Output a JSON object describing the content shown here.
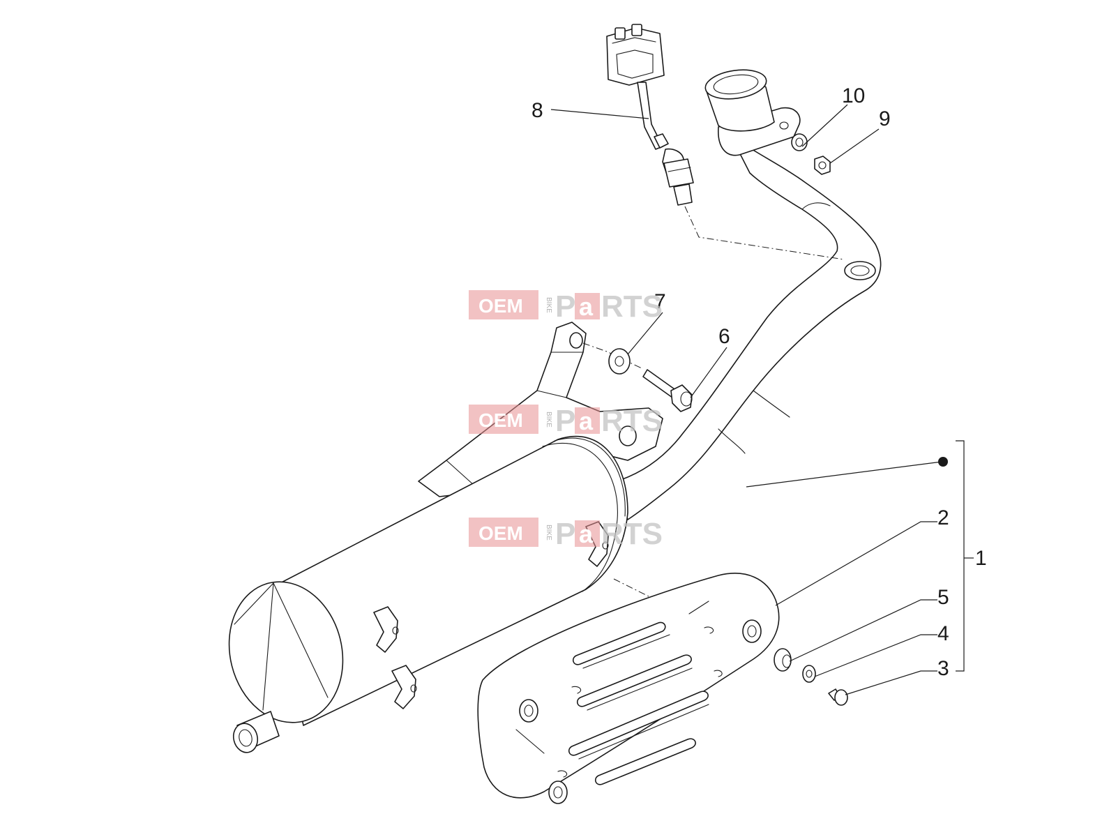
{
  "callouts": [
    {
      "id": "1",
      "label": "1"
    },
    {
      "id": "2",
      "label": "2"
    },
    {
      "id": "3",
      "label": "3"
    },
    {
      "id": "4",
      "label": "4"
    },
    {
      "id": "5",
      "label": "5"
    },
    {
      "id": "6",
      "label": "6"
    },
    {
      "id": "7",
      "label": "7"
    },
    {
      "id": "8",
      "label": "8"
    },
    {
      "id": "9",
      "label": "9"
    },
    {
      "id": "10",
      "label": "10"
    }
  ],
  "watermark": {
    "oem": "OEM",
    "bike": "BIKE",
    "parts_p": "P",
    "parts_a": "a",
    "parts_rts": "RTS"
  },
  "colors": {
    "line": "#1a1a1a",
    "watermark": "#e88f92"
  }
}
